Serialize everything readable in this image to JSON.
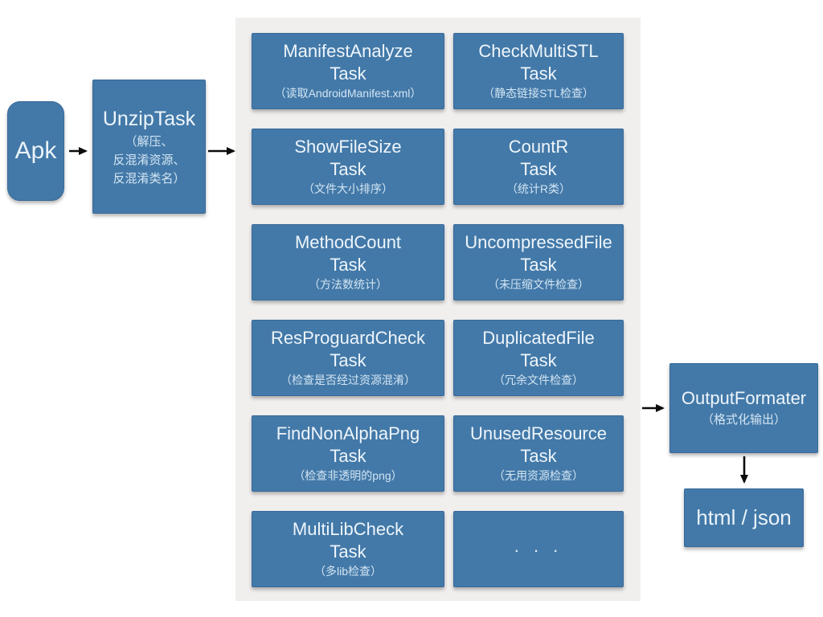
{
  "colors": {
    "box_blue": "#4379a8",
    "box_border": "#38699a",
    "panel_gray": "#f0efee",
    "title_text": "#eef5fb",
    "desc_text": "#d3e5f3",
    "arrow": "#0c0c0c"
  },
  "pipeline": {
    "apk": {
      "label": "Apk"
    },
    "unzip": {
      "title": "UnzipTask",
      "desc_line1": "（解压、",
      "desc_line2": "反混淆资源、",
      "desc_line3": "反混淆类名）"
    },
    "tasks": [
      {
        "name": "ManifestAnalyze",
        "type": "Task",
        "desc": "（读取AndroidManifest.xml）"
      },
      {
        "name": "CheckMultiSTL",
        "type": "Task",
        "desc": "（静态链接STL检查）"
      },
      {
        "name": "ShowFileSize",
        "type": "Task",
        "desc": "（文件大小排序）"
      },
      {
        "name": "CountR",
        "type": "Task",
        "desc": "（统计R类）"
      },
      {
        "name": "MethodCount",
        "type": "Task",
        "desc": "（方法数统计）"
      },
      {
        "name": "UncompressedFile",
        "type": "Task",
        "desc": "（未压缩文件检查）"
      },
      {
        "name": "ResProguardCheck",
        "type": "Task",
        "desc": "（检查是否经过资源混淆）"
      },
      {
        "name": "DuplicatedFile",
        "type": "Task",
        "desc": "（冗余文件检查）"
      },
      {
        "name": "FindNonAlphaPng",
        "type": "Task",
        "desc": "（检查非透明的png）"
      },
      {
        "name": "UnusedResource",
        "type": "Task",
        "desc": "（无用资源检查）"
      },
      {
        "name": "MultiLibCheck",
        "type": "Task",
        "desc": "（多lib检查）"
      }
    ],
    "more_tasks_label": ". . .",
    "output": {
      "title": "OutputFormater",
      "desc": "（格式化输出）"
    },
    "result": {
      "label": "html / json"
    }
  }
}
